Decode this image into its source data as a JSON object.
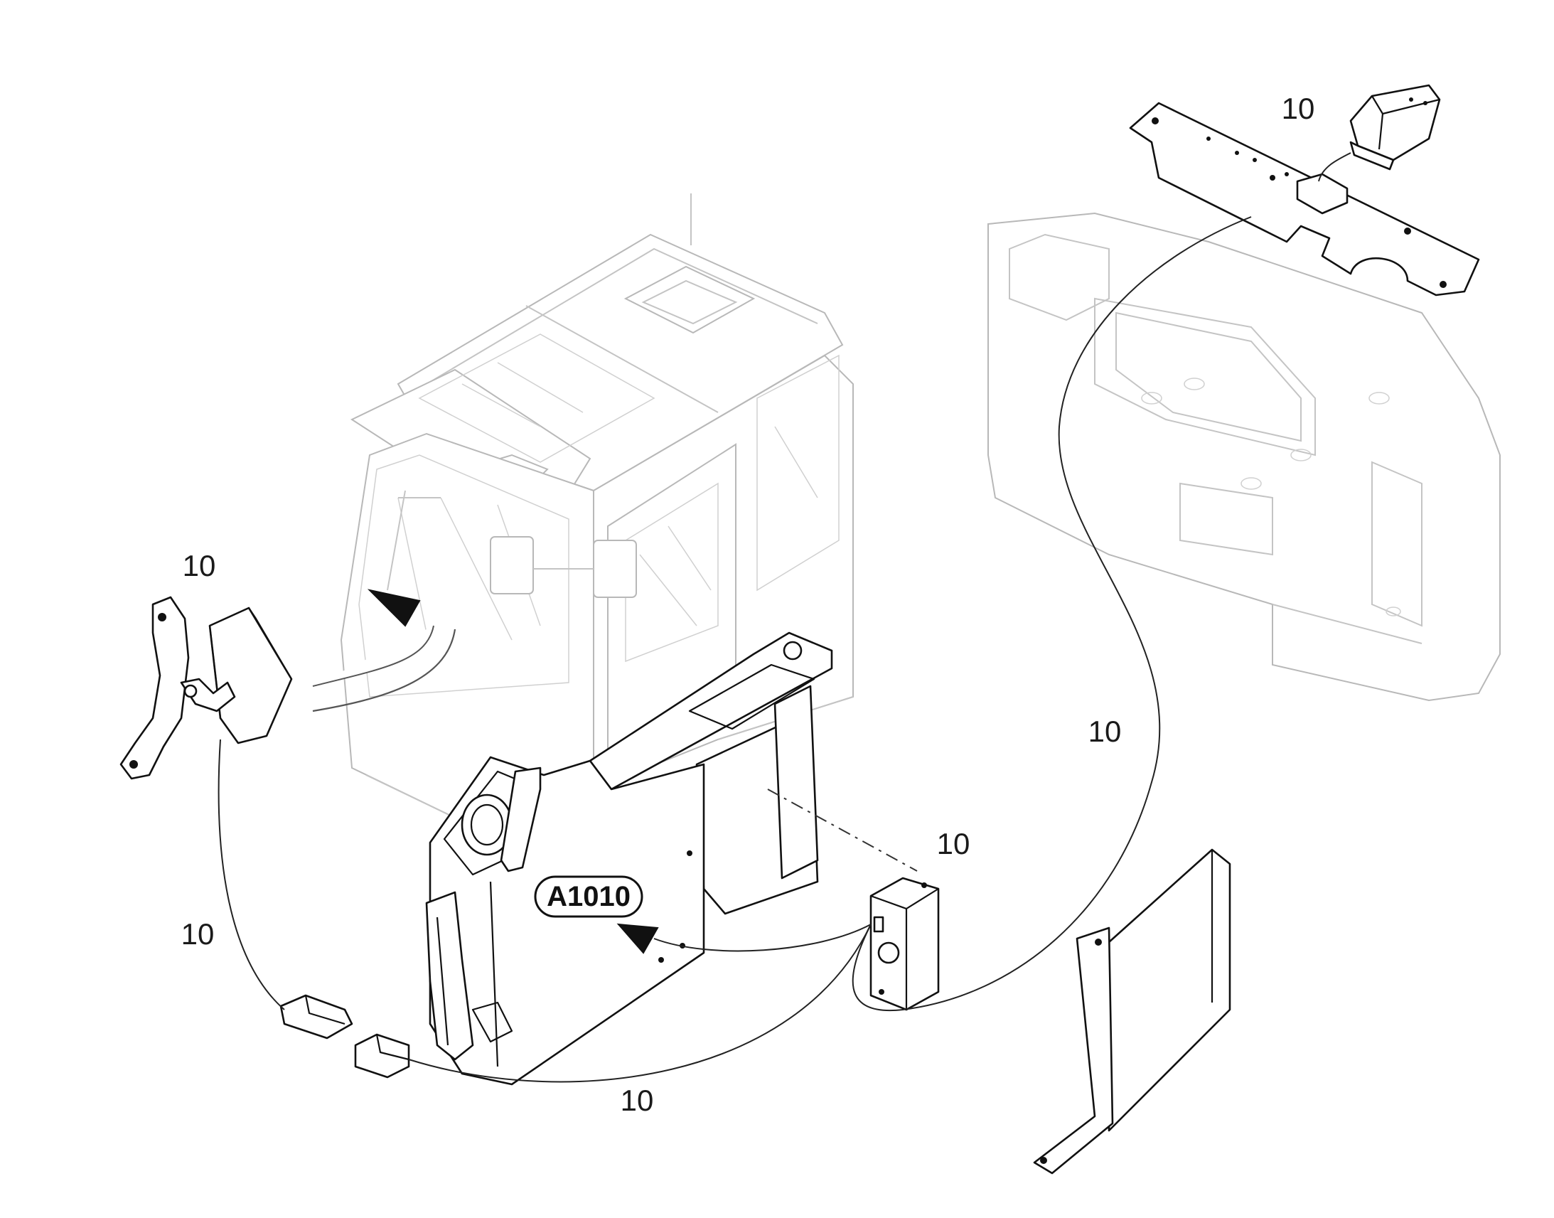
{
  "diagram": {
    "reference_label": "A1010",
    "callouts": [
      {
        "id": "c-top-right",
        "text": "10"
      },
      {
        "id": "c-left-mirror",
        "text": "10"
      },
      {
        "id": "c-right-cable",
        "text": "10"
      },
      {
        "id": "c-control-unit",
        "text": "10"
      },
      {
        "id": "c-left-cable",
        "text": "10"
      },
      {
        "id": "c-bottom-cable",
        "text": "10"
      }
    ]
  }
}
